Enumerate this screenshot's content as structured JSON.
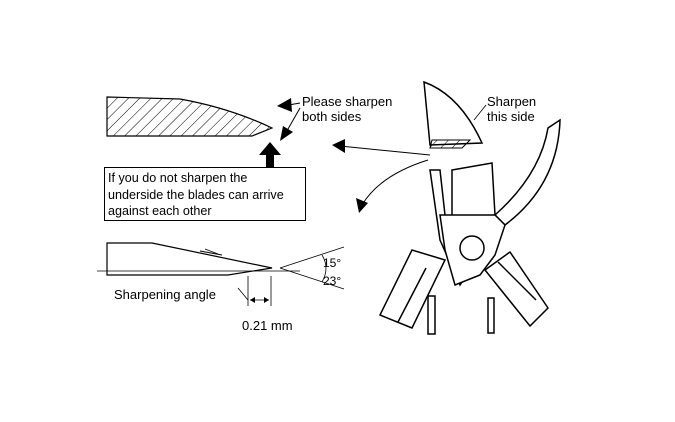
{
  "labels": {
    "please_sharpen": [
      "Please sharpen",
      "both sides"
    ],
    "sharpen_this_side": [
      "Sharpen",
      "this side"
    ],
    "warning_box": [
      "If you do not sharpen the",
      "underside the blades can arrive",
      "against each other"
    ],
    "sharpening_angle": "Sharpening angle",
    "distance": "0.21 mm",
    "angle_small": "15°",
    "angle_large": "23°"
  },
  "colors": {
    "line": "#000000",
    "fill": "#ffffff"
  }
}
